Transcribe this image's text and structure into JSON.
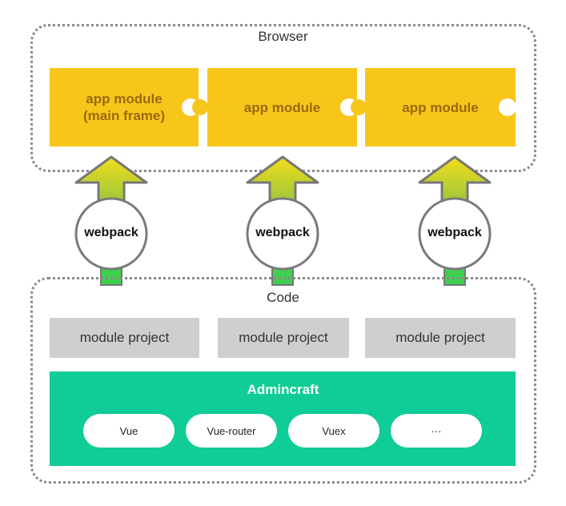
{
  "browser": {
    "title": "Browser",
    "modules": [
      {
        "label_line1": "app module",
        "label_line2": "(main frame)"
      },
      {
        "label_line1": "app module",
        "label_line2": ""
      },
      {
        "label_line1": "app module",
        "label_line2": ""
      }
    ]
  },
  "pipeline": {
    "webpack_labels": [
      "webpack",
      "webpack",
      "webpack"
    ]
  },
  "code": {
    "title": "Code",
    "projects": [
      "module project",
      "module project",
      "module project"
    ],
    "admincraft": {
      "title": "Admincraft",
      "libs": [
        "Vue",
        "Vue-router",
        "Vuex",
        "···"
      ]
    }
  },
  "colors": {
    "module": "#f8c61a",
    "module_text": "#9a6a10",
    "project": "#cfcfcf",
    "admincraft": "#10cc96",
    "arrow_top": "#f3d51f",
    "arrow_bottom": "#8bc34a",
    "stem": "#3ecf4f"
  }
}
